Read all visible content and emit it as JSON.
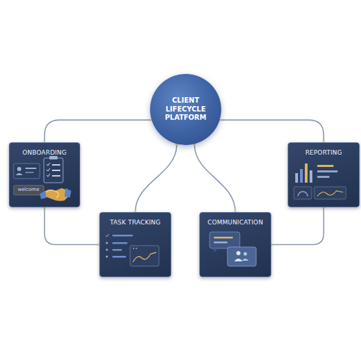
{
  "diagram": {
    "nodes": [
      {
        "text": [
          "CLIENT LIFECYCLE PLATFORM"
        ]
      },
      {
        "text": [
          "ONBOARDING"
        ]
      },
      {
        "text": [
          "TASK TRACKING"
        ]
      },
      {
        "text": [
          "COMMUNICATION"
        ]
      },
      {
        "text": [
          "REPORTING"
        ]
      }
    ],
    "edges": [
      {
        "from": 0,
        "to": 1,
        "arrow": "none"
      },
      {
        "from": 0,
        "to": 2,
        "arrow": "none"
      },
      {
        "from": 0,
        "to": 3,
        "arrow": "none"
      },
      {
        "from": 0,
        "to": 4,
        "arrow": "none"
      },
      {
        "from": 1,
        "to": 2,
        "arrow": "none"
      },
      {
        "from": 4,
        "to": 3,
        "arrow": "none"
      }
    ],
    "labels": [
      "welcome"
    ]
  }
}
